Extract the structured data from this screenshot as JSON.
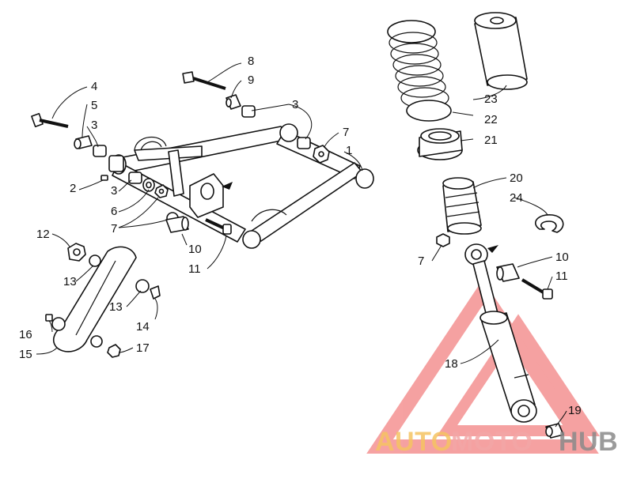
{
  "diagram": {
    "callouts": {
      "c1": "1",
      "c2": "2",
      "c3a": "3",
      "c3b": "3",
      "c3c": "3",
      "c4": "4",
      "c5": "5",
      "c6": "6",
      "c7a": "7",
      "c7b": "7",
      "c7c": "7",
      "c8": "8",
      "c9": "9",
      "c10a": "10",
      "c10b": "10",
      "c11a": "11",
      "c11b": "11",
      "c12": "12",
      "c13a": "13",
      "c13b": "13",
      "c14": "14",
      "c15": "15",
      "c16": "16",
      "c17": "17",
      "c18": "18",
      "c19": "19",
      "c20": "20",
      "c21": "21",
      "c22": "22",
      "c23": "23",
      "c24": "24"
    }
  },
  "watermark": {
    "part_auto": "AUTO",
    "part_moto": "MOTO",
    "part_hub": "HUB",
    "colors": {
      "auto": "#f4c361",
      "moto": "#f2a6a6",
      "hub": "#8a8a8a",
      "triangle": "#ee5555"
    }
  }
}
